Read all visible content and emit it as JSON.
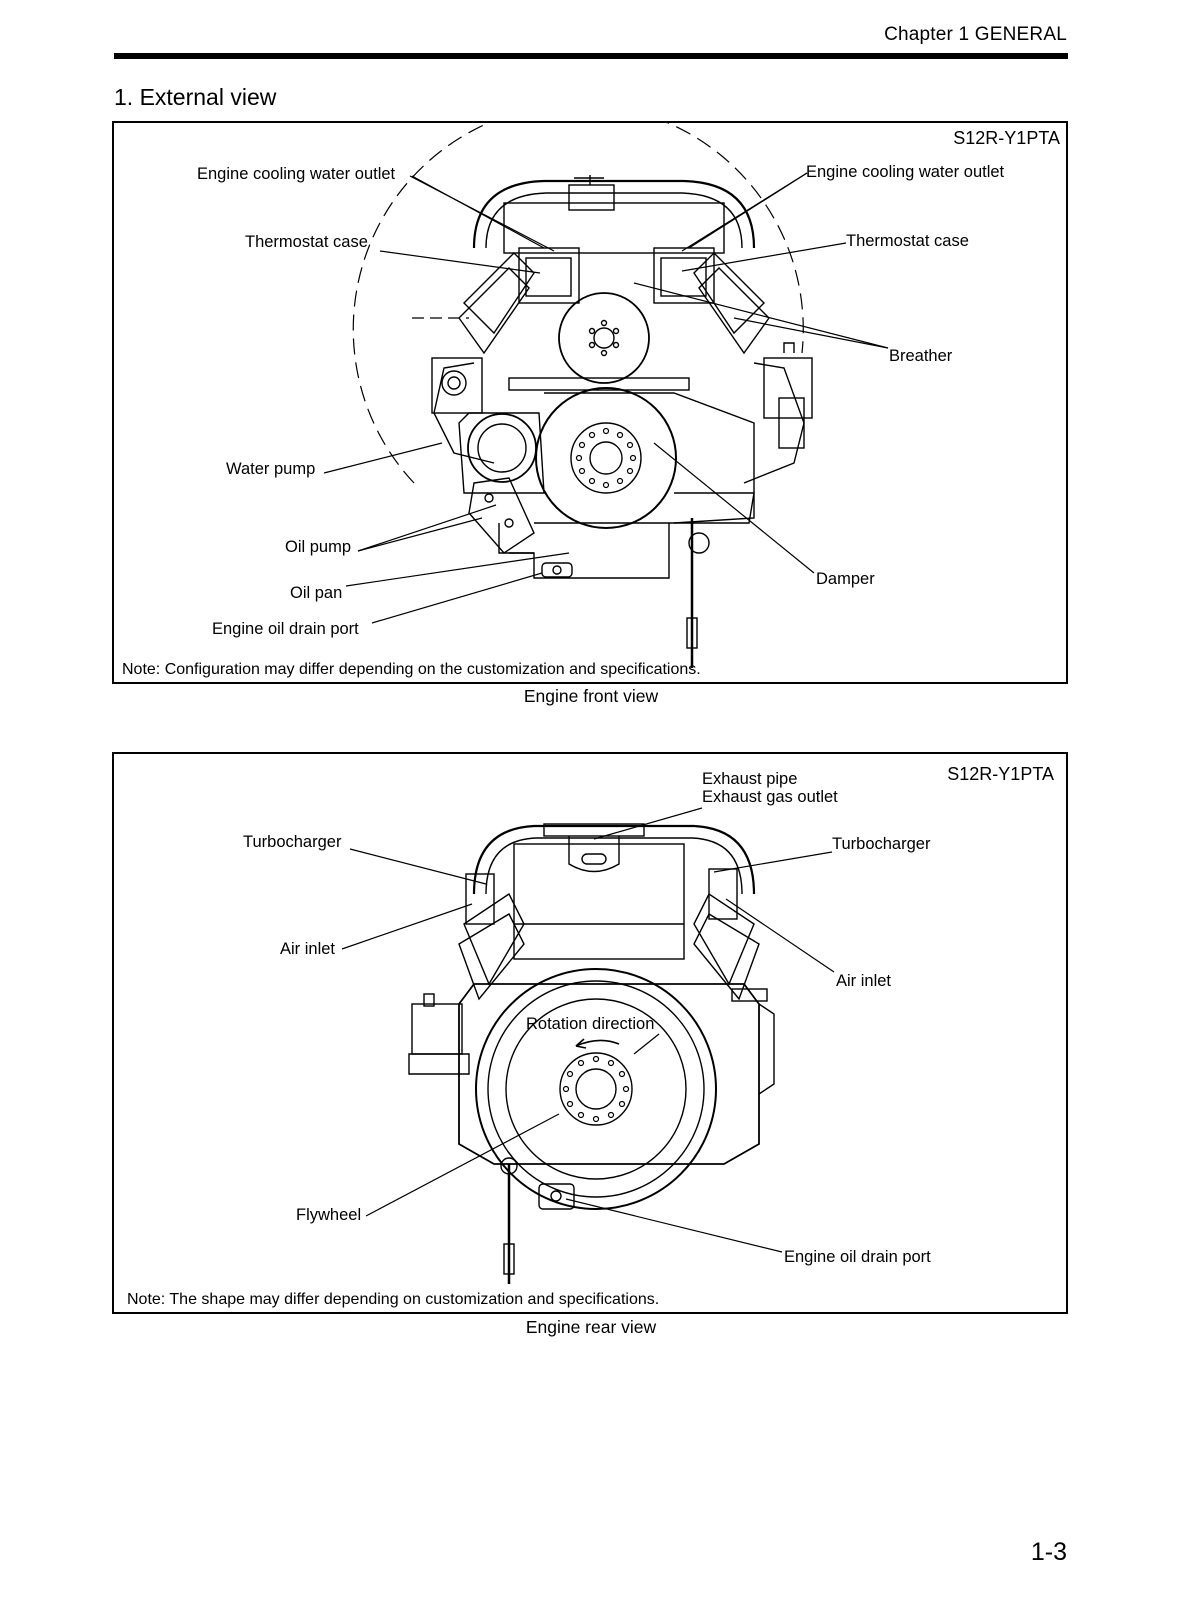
{
  "header": {
    "chapter": "Chapter 1  GENERAL"
  },
  "section": {
    "title": "1. External view"
  },
  "front_view": {
    "model": "S12R-Y1PTA",
    "labels": {
      "cooling_outlet_left": "Engine cooling water outlet",
      "cooling_outlet_right": "Engine cooling water outlet",
      "thermostat_left": "Thermostat case",
      "thermostat_right": "Thermostat case",
      "breather": "Breather",
      "water_pump": "Water pump",
      "oil_pump": "Oil pump",
      "oil_pan": "Oil pan",
      "oil_drain": "Engine oil drain port",
      "damper": "Damper"
    },
    "note": "Note: Configuration may differ depending on the customization and specifications.",
    "caption": "Engine front view"
  },
  "rear_view": {
    "model": "S12R-Y1PTA",
    "labels": {
      "exhaust_pipe": "Exhaust pipe",
      "exhaust_outlet": "Exhaust gas outlet",
      "turbo_left": "Turbocharger",
      "turbo_right": "Turbocharger",
      "air_inlet_left": "Air inlet",
      "air_inlet_right": "Air inlet",
      "rotation": "Rotation direction",
      "flywheel": "Flywheel",
      "oil_drain": "Engine oil drain port"
    },
    "note": "Note: The shape may differ depending on customization and specifications.",
    "caption": "Engine rear view"
  },
  "page": {
    "number": "1-3"
  }
}
